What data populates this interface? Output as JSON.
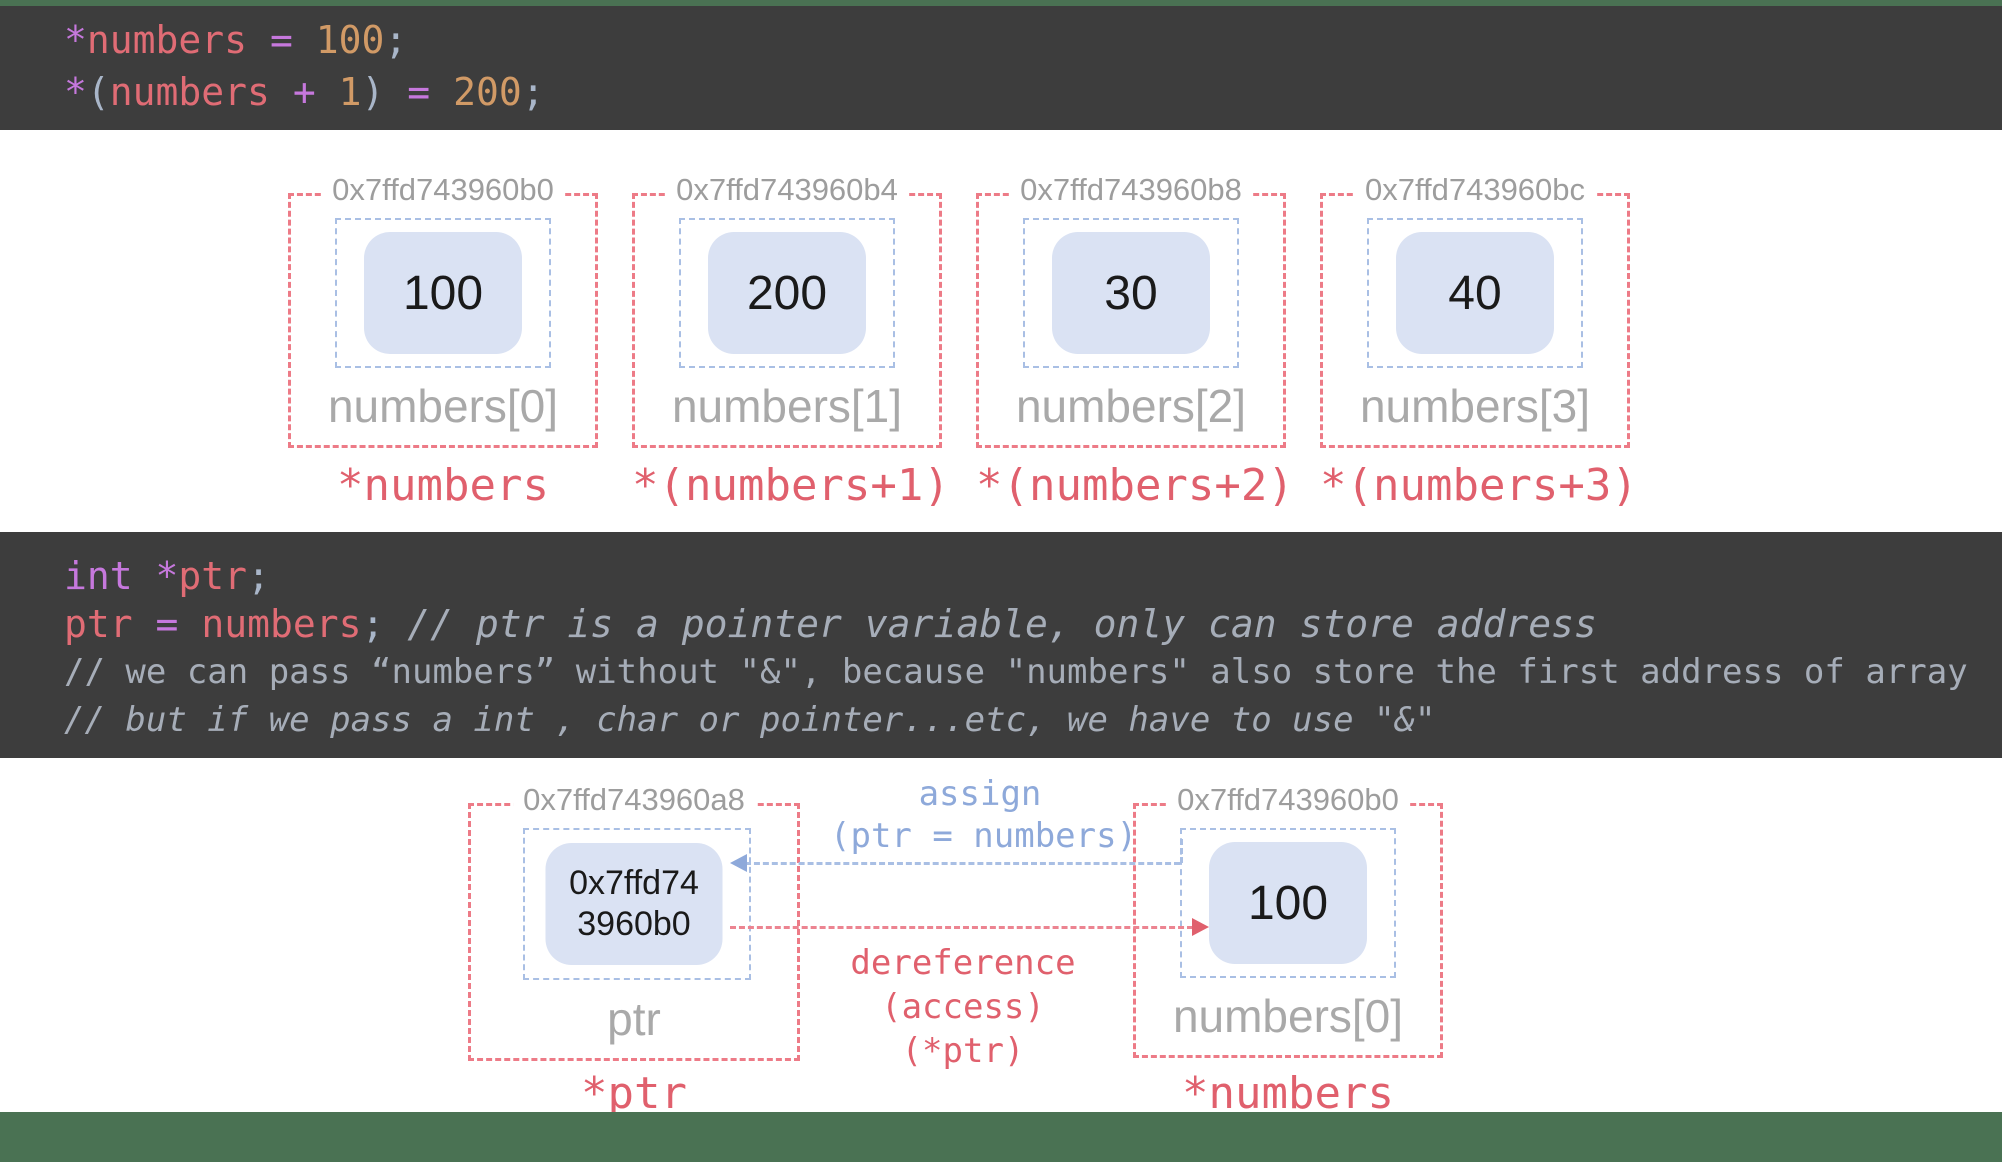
{
  "colors": {
    "code_background": "#3d3d3d",
    "keyword_purple": "#c678dd",
    "identifier_red": "#e06c75",
    "number_orange": "#d19a66",
    "punctuation_gray": "#a9b6c9",
    "comment_gray": "#a6adb8",
    "cell_border_red": "#ed7b87",
    "cell_border_blue": "#a9bfe4",
    "cell_fill": "#dae2f3",
    "address_gray": "#9d9d9d",
    "label_gray": "#a9a9a9",
    "expression_red": "#e0606d",
    "assign_blue": "#8ea9da",
    "accent_green": "#4a7253"
  },
  "code_block_1": {
    "lines": [
      {
        "tokens": [
          {
            "t": "*",
            "c": "kw"
          },
          {
            "t": "numbers",
            "c": "id"
          },
          {
            "t": " ",
            "c": "pun"
          },
          {
            "t": "=",
            "c": "kw"
          },
          {
            "t": " ",
            "c": "pun"
          },
          {
            "t": "100",
            "c": "num"
          },
          {
            "t": ";",
            "c": "pun"
          }
        ]
      },
      {
        "tokens": [
          {
            "t": "*",
            "c": "kw"
          },
          {
            "t": "(",
            "c": "pun"
          },
          {
            "t": "numbers",
            "c": "id"
          },
          {
            "t": " ",
            "c": "pun"
          },
          {
            "t": "+",
            "c": "kw"
          },
          {
            "t": " ",
            "c": "pun"
          },
          {
            "t": "1",
            "c": "num"
          },
          {
            "t": ")",
            "c": "pun"
          },
          {
            "t": " ",
            "c": "pun"
          },
          {
            "t": "=",
            "c": "kw"
          },
          {
            "t": " ",
            "c": "pun"
          },
          {
            "t": "200",
            "c": "num"
          },
          {
            "t": ";",
            "c": "pun"
          }
        ]
      }
    ]
  },
  "memory_row": {
    "cells": [
      {
        "address": "0x7ffd743960b0",
        "value": "100",
        "label": "numbers[0]",
        "expression": "*numbers"
      },
      {
        "address": "0x7ffd743960b4",
        "value": "200",
        "label": "numbers[1]",
        "expression": "*(numbers+1)"
      },
      {
        "address": "0x7ffd743960b8",
        "value": "30",
        "label": "numbers[2]",
        "expression": "*(numbers+2)"
      },
      {
        "address": "0x7ffd743960bc",
        "value": "40",
        "label": "numbers[3]",
        "expression": "*(numbers+3)"
      }
    ]
  },
  "code_block_2": {
    "lines": [
      {
        "tokens": [
          {
            "t": "int",
            "c": "kw"
          },
          {
            "t": " ",
            "c": "pun"
          },
          {
            "t": "*",
            "c": "kw"
          },
          {
            "t": "ptr",
            "c": "id"
          },
          {
            "t": ";",
            "c": "pun"
          }
        ]
      },
      {
        "tokens": [
          {
            "t": "ptr",
            "c": "id"
          },
          {
            "t": " ",
            "c": "pun"
          },
          {
            "t": "=",
            "c": "kw"
          },
          {
            "t": " ",
            "c": "pun"
          },
          {
            "t": "numbers",
            "c": "id"
          },
          {
            "t": ";",
            "c": "pun"
          },
          {
            "t": " ",
            "c": "pun"
          },
          {
            "t": "// ptr is a pointer variable, only can store address",
            "c": "cmi"
          }
        ]
      },
      {
        "small": true,
        "tokens": [
          {
            "t": "// we can pass “numbers” without \"&\", because \"numbers\" also store the first address of array",
            "c": "cm"
          }
        ]
      },
      {
        "small": true,
        "tokens": [
          {
            "t": "// but if we pass a int , char or pointer...etc, we have to use \"&\"",
            "c": "cmi"
          }
        ]
      }
    ]
  },
  "pointer_diagram": {
    "ptr_cell": {
      "address": "0x7ffd743960a8",
      "value_lines": [
        "0x7ffd74",
        "3960b0"
      ],
      "label": "ptr",
      "expression": "*ptr"
    },
    "target_cell": {
      "address": "0x7ffd743960b0",
      "value": "100",
      "label": "numbers[0]",
      "expression": "*numbers"
    },
    "assign_label_line1": "assign",
    "assign_label_line2": "(ptr = numbers)",
    "deref_label_line1": "dereference",
    "deref_label_line2": "(access)",
    "deref_label_line3": "(*ptr)"
  }
}
